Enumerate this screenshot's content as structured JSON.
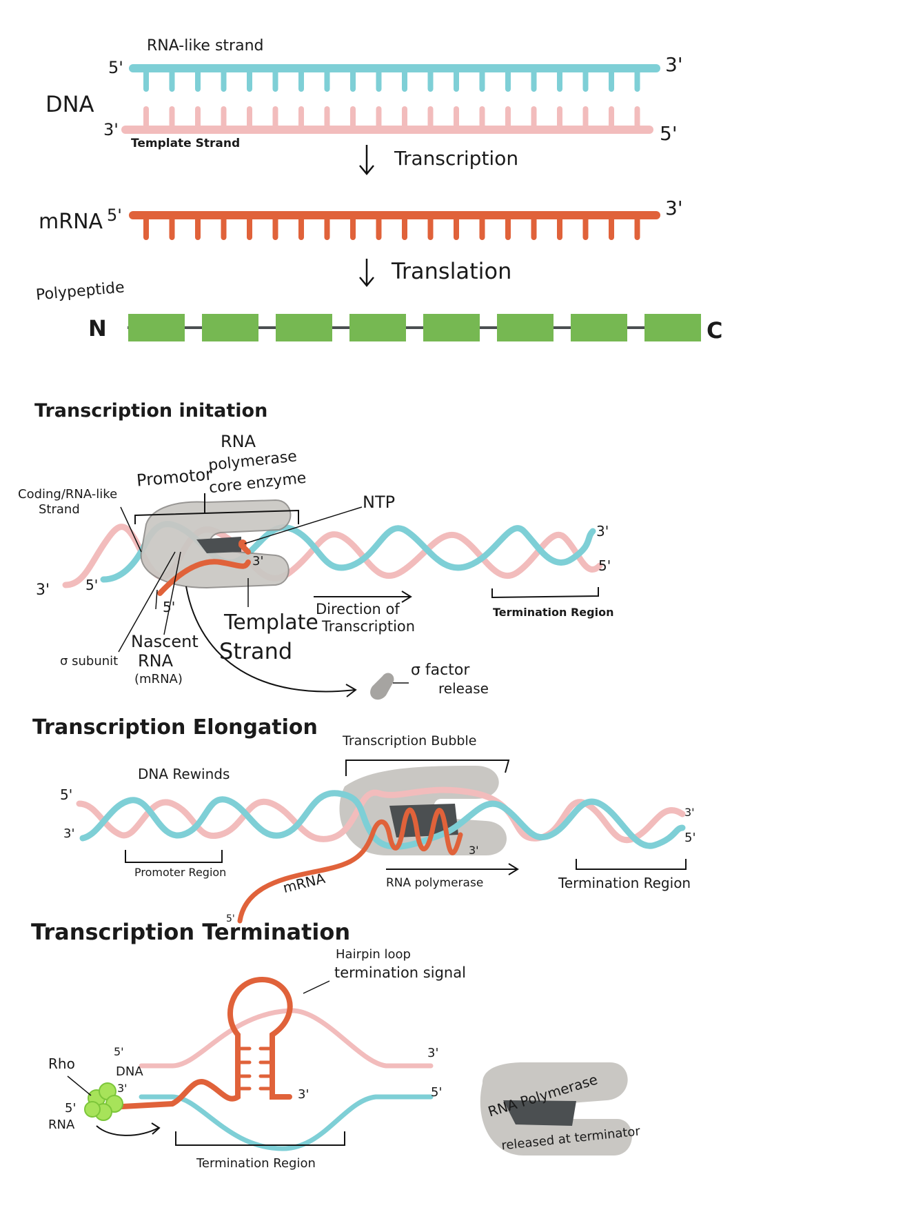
{
  "colors": {
    "teal": "#7ecfd6",
    "pink": "#f2bcbc",
    "orange": "#e0623a",
    "green": "#76b852",
    "gray": "#c9c7c3",
    "dark": "#4b4f51",
    "rho": "#a7e35a"
  },
  "overview": {
    "rna_like_label": "RNA-like strand",
    "template_label": "Template Strand",
    "dna_label": "DNA",
    "top_5": "5'",
    "top_3": "3'",
    "bottom_3": "3'",
    "bottom_5": "5'",
    "transcription": "Transcription",
    "mrna_label": "mRNA",
    "mrna_5": "5'",
    "mrna_3": "3'",
    "translation": "Translation",
    "polypeptide_label": "Polypeptide",
    "n_term": "N",
    "c_term": "C"
  },
  "initiation": {
    "title": "Transcription initation",
    "rna_polymerase": "RNA",
    "rna_polymerase_2": "polymerase",
    "core_enzyme": "core enzyme",
    "promotor": "Promotor",
    "coding_strand": "Coding/RNA-like",
    "coding_strand_2": "Strand",
    "ntp": "NTP",
    "end_3_right": "3'",
    "end_5_right": "5'",
    "end_3_left": "3'",
    "end_5_left": "5'",
    "rna_3": "3'",
    "rna_5": "5'",
    "template_strand": "Template",
    "template_strand_2": "Strand",
    "direction": "Direction of",
    "direction_2": "Transcription",
    "termination_region": "Termination Region",
    "nascent": "Nascent",
    "sigma_subunit": "σ subunit",
    "rna": "RNA",
    "mrna_paren": "(mRNA)",
    "sigma_factor": "σ factor",
    "release": "release"
  },
  "elongation": {
    "title": "Transcription Elongation",
    "bubble": "Transcription Bubble",
    "dna_rewinds": "DNA Rewinds",
    "left_5": "5'",
    "left_3": "3'",
    "right_3": "3'",
    "right_5": "5'",
    "promoter_region": "Promoter Region",
    "mrna": "mRNA",
    "rna_polymerase": "RNA polymerase",
    "termination_region": "Termination Region",
    "rna_3": "3'",
    "mrna_5": "5'"
  },
  "termination": {
    "title": "Transcription Termination",
    "hairpin": "Hairpin loop",
    "hairpin_2": "termination signal",
    "rho": "Rho",
    "dna": "DNA",
    "dna_5": "5'",
    "dna_3": "3'",
    "rna_5": "5'",
    "rna": "RNA",
    "right_3": "3'",
    "right_5": "5'",
    "rna_3": "3'",
    "termination_region": "Termination Region",
    "polymerase_label": "RNA Polymerase",
    "released": "released at terminator"
  }
}
